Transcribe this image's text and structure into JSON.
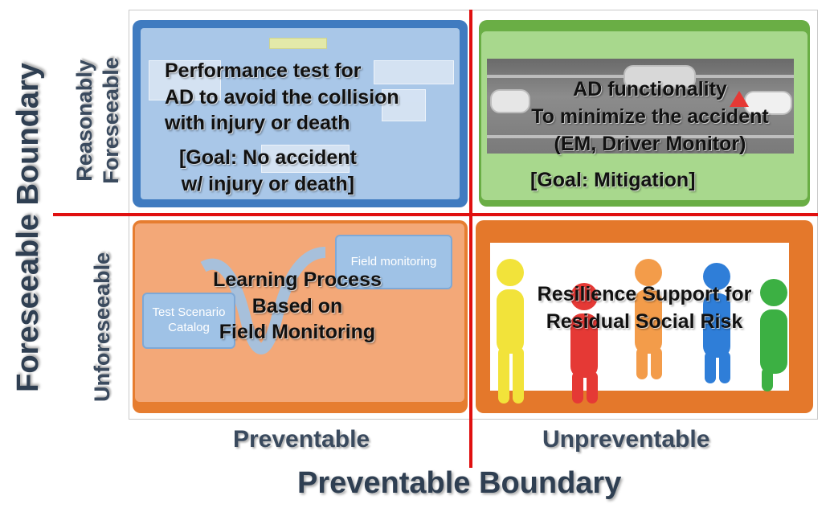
{
  "quadrants": {
    "top_left": {
      "line1": "Performance test for",
      "line2": "AD to avoid the collision",
      "line3": "with injury or death",
      "goal1": "[Goal: No accident",
      "goal2": "w/ injury or death]"
    },
    "top_right": {
      "line1": "AD functionality",
      "line2": "To minimize the accident",
      "line3": "(EM, Driver Monitor)",
      "goal": "[Goal: Mitigation]"
    },
    "bottom_left": {
      "line1": "Learning Process",
      "line2": "Based on",
      "line3": "Field Monitoring",
      "box_field": "Field monitoring",
      "box_test": "Test Scenario Catalog"
    },
    "bottom_right": {
      "line1": "Resilience Support for",
      "line2": "Residual Social Risk"
    }
  },
  "axes": {
    "y_main": "Foreseeable Boundary",
    "y_top": "Reasonably Foreseeable",
    "y_top_line1": "Reasonably",
    "y_top_line2": "Foreseeable",
    "y_bottom": "Unforeseeable",
    "x_main": "Preventable Boundary",
    "x_left": "Preventable",
    "x_right": "Unpreventable"
  },
  "colors": {
    "divider": "#e01010",
    "top_left": "#3f7bc0",
    "top_right": "#6aae45",
    "bottom_left": "#e67d30",
    "bottom_right": "#e4782b",
    "axis_text": "#2f3f52"
  }
}
